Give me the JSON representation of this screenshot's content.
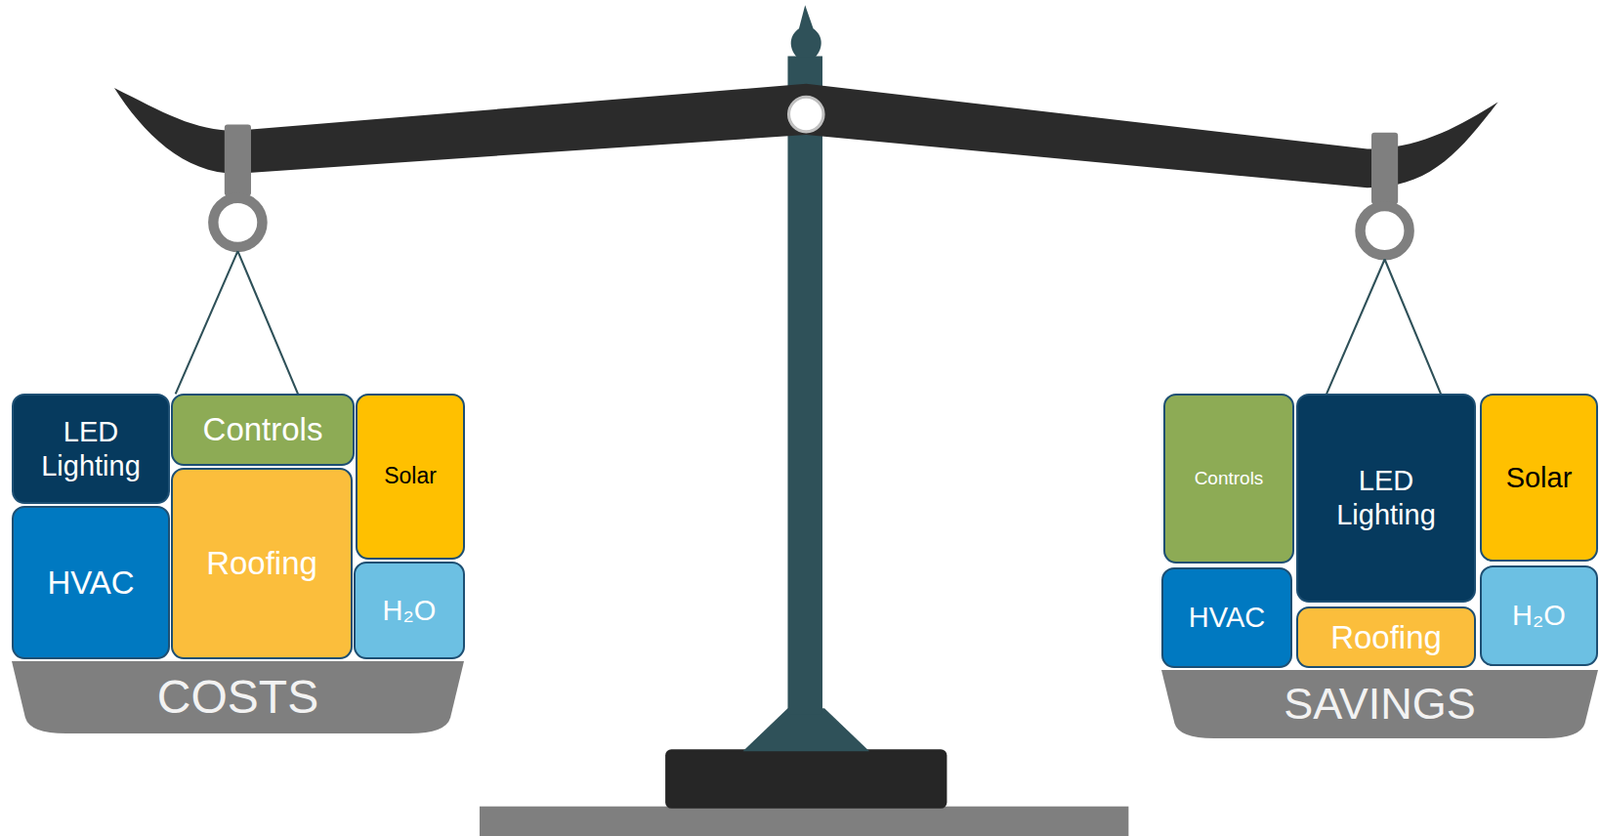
{
  "diagram": {
    "nodes": [
      {
        "text": [
          "LED Lighting"
        ]
      },
      {
        "text": [
          "Controls"
        ]
      },
      {
        "text": [
          "Solar"
        ]
      },
      {
        "text": [
          "HVAC"
        ]
      },
      {
        "text": [
          "Roofing"
        ]
      },
      {
        "text": [
          "H₂O"
        ]
      },
      {
        "text": [
          "COSTS"
        ]
      },
      {
        "text": [
          "Controls"
        ]
      },
      {
        "text": [
          "LED Lighting"
        ]
      },
      {
        "text": [
          "Solar"
        ]
      },
      {
        "text": [
          "HVAC"
        ]
      },
      {
        "text": [
          "Roofing"
        ]
      },
      {
        "text": [
          "H₂O"
        ]
      },
      {
        "text": [
          "SAVINGS"
        ]
      }
    ]
  }
}
